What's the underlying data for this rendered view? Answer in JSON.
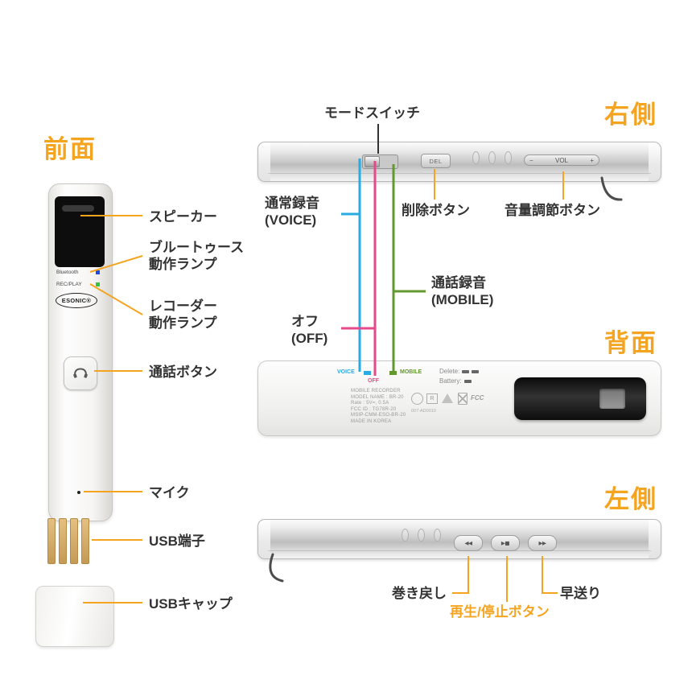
{
  "titles": {
    "front": "前面",
    "right_side": "右側",
    "back": "背面",
    "left_side": "左側"
  },
  "colors": {
    "accent_orange": "#F5A41F",
    "voice_blue": "#29ABE2",
    "off_pink": "#E64A8B",
    "mobile_green": "#63982E"
  },
  "front": {
    "labels": {
      "speaker": "スピーカー",
      "bluetooth_lamp": "ブルートゥース\n動作ランプ",
      "recorder_lamp": "レコーダー\n動作ランプ",
      "call_button": "通話ボタン",
      "mic": "マイク",
      "usb": "USB端子",
      "usb_cap": "USBキャップ"
    },
    "device": {
      "bluetooth": "Bluetooth",
      "rec_play": "REC/PLAY",
      "logo": "ESONIC®"
    }
  },
  "right": {
    "mode_switch": "モードスイッチ",
    "voice": "通常録音\n(VOICE)",
    "off": "オフ\n(OFF)",
    "mobile": "通話録音\n(MOBILE)",
    "delete": "削除ボタン",
    "volume": "音量調節ボタン",
    "device": {
      "del": "DEL",
      "vol_minus": "−",
      "vol": "VOL",
      "vol_plus": "+"
    }
  },
  "back": {
    "switch_labels": {
      "voice": "VOICE",
      "off": "OFF",
      "mobile": "MOBILE"
    },
    "indicators": {
      "delete": "Delete:",
      "battery": "Battery:"
    },
    "info_lines": [
      "MOBILE RECORDER",
      "MODEL NAME : BR-20",
      "Rate : 5V=, 0.5A",
      "FCC ID : TG78R-20",
      "MSIP-CMM-ESO-BR-20",
      "MADE IN KOREA"
    ],
    "cert": {
      "r_label": "R",
      "fcc": "FCC",
      "code": "007-AD0010"
    }
  },
  "left": {
    "rewind": "巻き戻し",
    "play_stop": "再生/停止ボタン",
    "fast_forward": "早送り",
    "buttons": {
      "rewind": "◀◀",
      "play": "▶■",
      "forward": "▶▶"
    }
  }
}
